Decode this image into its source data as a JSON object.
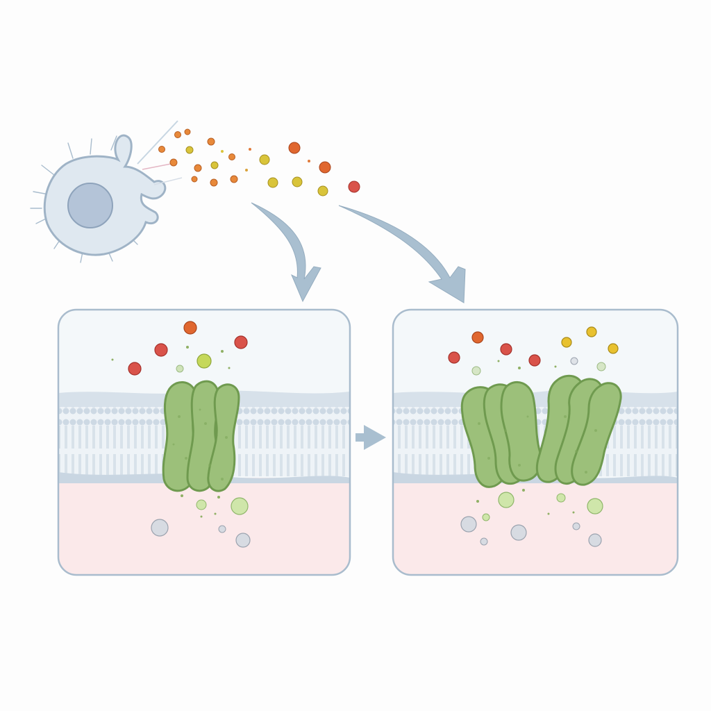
{
  "diagram": {
    "labels": [],
    "colors": {
      "background": "#fdfdfd",
      "cell_body": "#dfe8f0",
      "cell_outline": "#9fb3c6",
      "nucleus": "#b4c4d8",
      "arrow": "#a9bfd0",
      "panel_border": "#a9bccd",
      "extracellular": "#f4f8fa",
      "cytoplasm": "#fbe9ea",
      "membrane": "#c9d6e2",
      "channel_fill": "#9cc07a",
      "channel_outline": "#6f9a4f",
      "ligand_red": "#d9534a",
      "ligand_orange": "#e8893a",
      "ligand_yellow": "#d9c43a",
      "ion_green": "#b7d88c",
      "ion_gray": "#bfc4cc"
    },
    "icons": {
      "source": "secreting-cell-icon",
      "flow": "curved-arrow-icon",
      "transition": "right-arrow-icon",
      "channel": "membrane-channel-icon"
    },
    "panels": [
      {
        "state": "closed",
        "channel_subunits": 3
      },
      {
        "state": "open",
        "channel_subunits": 6
      }
    ]
  }
}
